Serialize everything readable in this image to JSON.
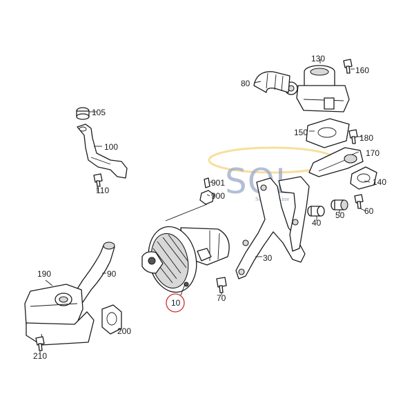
{
  "watermark": {
    "text": "SOL",
    "subtitle": "Sales On Line",
    "accent_color": "#f2c24a",
    "letter_color": "#9aa9c9"
  },
  "highlight_color": "#d62828",
  "callouts": {
    "p10": "10",
    "p30": "30",
    "p40": "40",
    "p50": "50",
    "p60": "60",
    "p70": "70",
    "p80": "80",
    "p90": "90",
    "p100": "100",
    "p105": "105",
    "p110": "110",
    "p130": "130",
    "p140": "140",
    "p150": "150",
    "p160": "160",
    "p170": "170",
    "p180": "180",
    "p190": "190",
    "p200": "200",
    "p210": "210",
    "p900": "900",
    "p901": "901"
  }
}
